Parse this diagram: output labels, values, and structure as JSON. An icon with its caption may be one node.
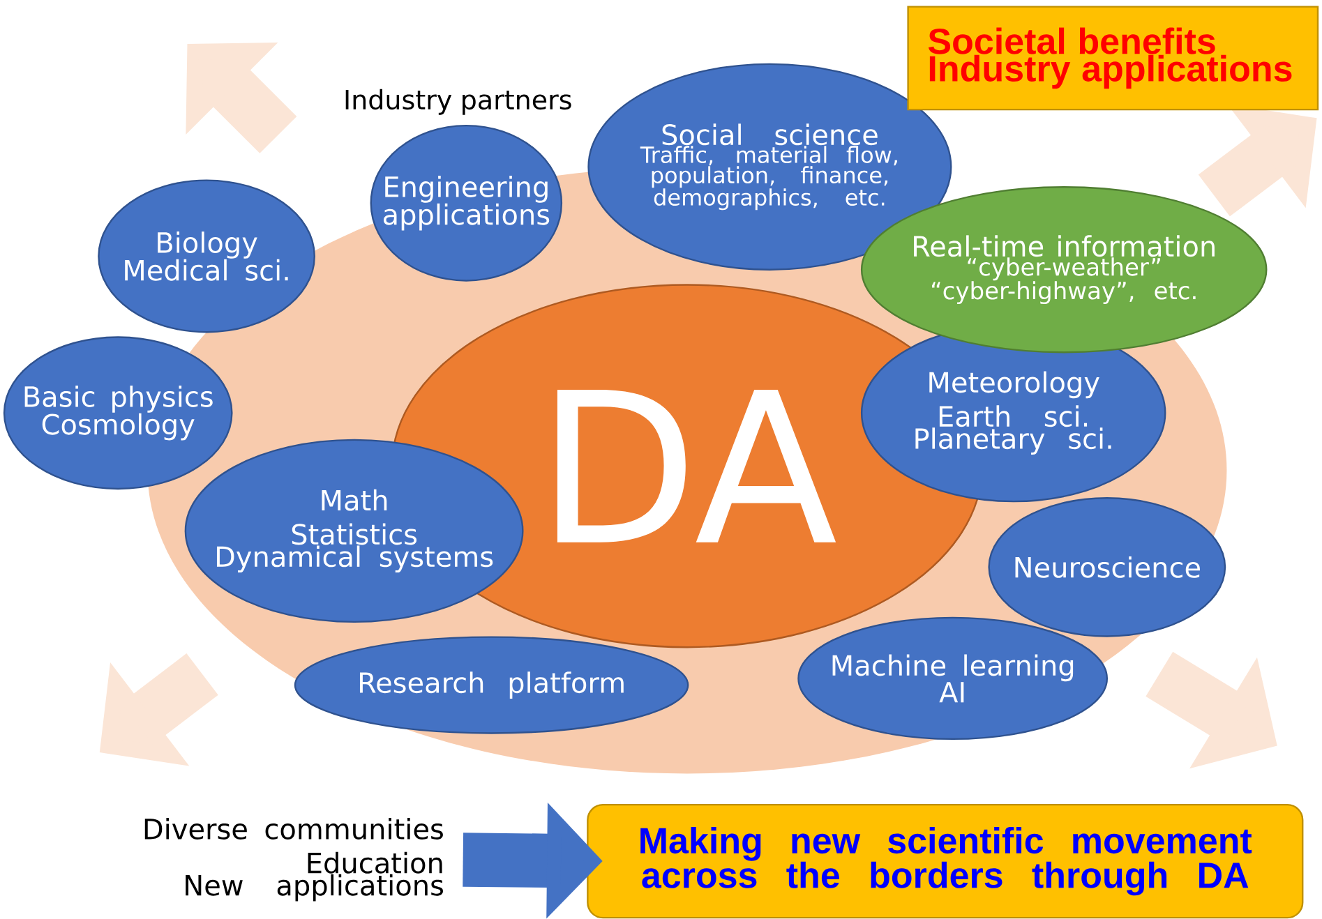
{
  "diagram": {
    "nodes": [
      {
        "text": [
          "Biology",
          "Medical sci."
        ]
      },
      {
        "text": [
          "Engineering applications"
        ]
      },
      {
        "text": [
          "Social science",
          "Traffic, material flow, population, finance, demographics, etc."
        ]
      },
      {
        "text": [
          "Societal benefits",
          "Industry applications"
        ]
      },
      {
        "text": [
          "Real-time information",
          "“cyber-weather” “cyber-highway”, etc."
        ]
      },
      {
        "text": [
          "Basic physics",
          "Cosmology"
        ]
      },
      {
        "text": [
          "DA"
        ]
      },
      {
        "text": [
          "Meteorology",
          "Earth sci.",
          "Planetary sci."
        ]
      },
      {
        "text": [
          "Math",
          "Statistics",
          "Dynamical systems"
        ]
      },
      {
        "text": [
          "Neuroscience"
        ]
      },
      {
        "text": [
          "Research platform"
        ]
      },
      {
        "text": [
          "Machine learning",
          "AI"
        ]
      },
      {
        "text": [
          "Diverse communities",
          "Education",
          "New applications"
        ]
      },
      {
        "text": [
          "Making new scientific movement across the borders through DA"
        ]
      }
    ],
    "edges": [
      {
        "from": 12,
        "to": 13,
        "arrow": "to"
      }
    ],
    "labels": [
      "Industry partners"
    ]
  }
}
